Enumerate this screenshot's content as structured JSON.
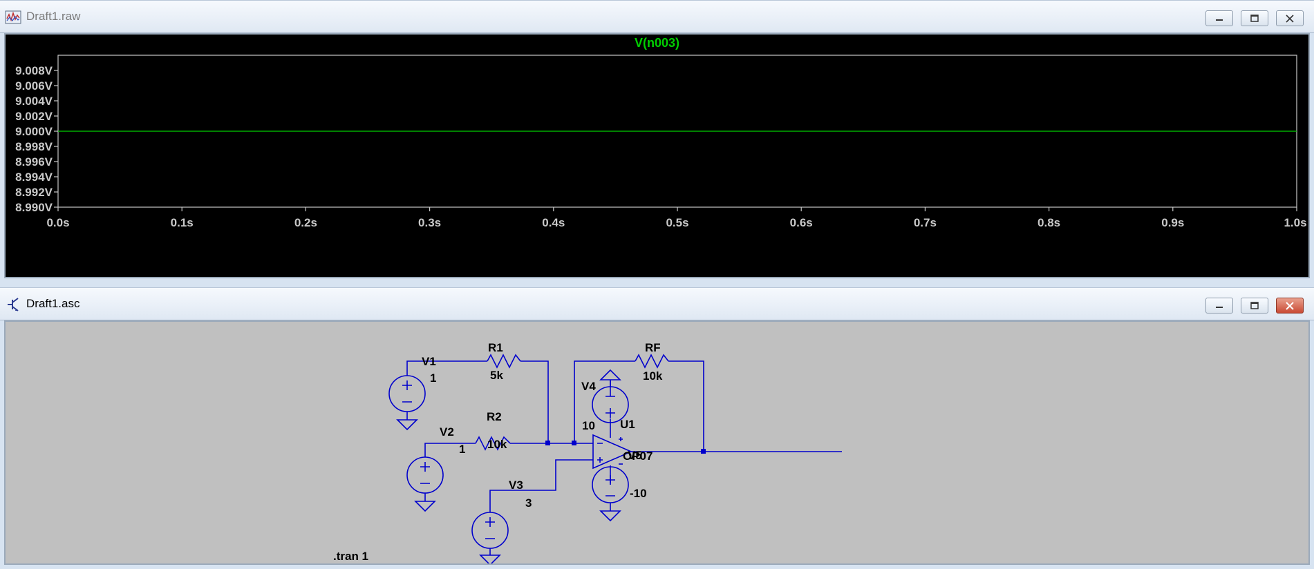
{
  "waveform_window": {
    "title": "Draft1.raw",
    "trace_label": "V(n003)",
    "icon": "waveform-viewer-icon",
    "controls": [
      "minimize-icon",
      "maximize-icon",
      "close-icon"
    ],
    "trace_color": "#00d000"
  },
  "chart_data": {
    "type": "line",
    "title": "V(n003)",
    "xlabel": "",
    "ylabel": "",
    "x_ticks": [
      "0.0s",
      "0.1s",
      "0.2s",
      "0.3s",
      "0.4s",
      "0.5s",
      "0.6s",
      "0.7s",
      "0.8s",
      "0.9s",
      "1.0s"
    ],
    "y_ticks": [
      "9.008V",
      "9.006V",
      "9.004V",
      "9.002V",
      "9.000V",
      "8.998V",
      "8.996V",
      "8.994V",
      "8.992V",
      "8.990V"
    ],
    "xlim": [
      0,
      1.0
    ],
    "ylim": [
      8.99,
      9.01
    ],
    "grid": false,
    "series": [
      {
        "name": "V(n003)",
        "x": [
          0.0,
          1.0
        ],
        "values": [
          9.0,
          9.0
        ]
      }
    ]
  },
  "schematic_window": {
    "title": "Draft1.asc",
    "icon": "schematic-editor-icon",
    "controls": [
      "minimize-icon",
      "maximize-icon",
      "close-icon"
    ],
    "wire_color": "#0000cc",
    "components": {
      "v1_name": "V1",
      "v1_value": "1",
      "v2_name": "V2",
      "v2_value": "1",
      "v3_name": "V3",
      "v3_value": "3",
      "v4_name": "V4",
      "v4_value": "10",
      "v5_value": "-10",
      "r1_name": "R1",
      "r1_value": "5k",
      "r2_name": "R2",
      "r2_value": "10k",
      "rf_name": "RF",
      "rf_value": "10k",
      "u1_name": "U1",
      "u1_model": "OP07",
      "v5_name": "V5",
      "directive": ".tran 1"
    }
  }
}
